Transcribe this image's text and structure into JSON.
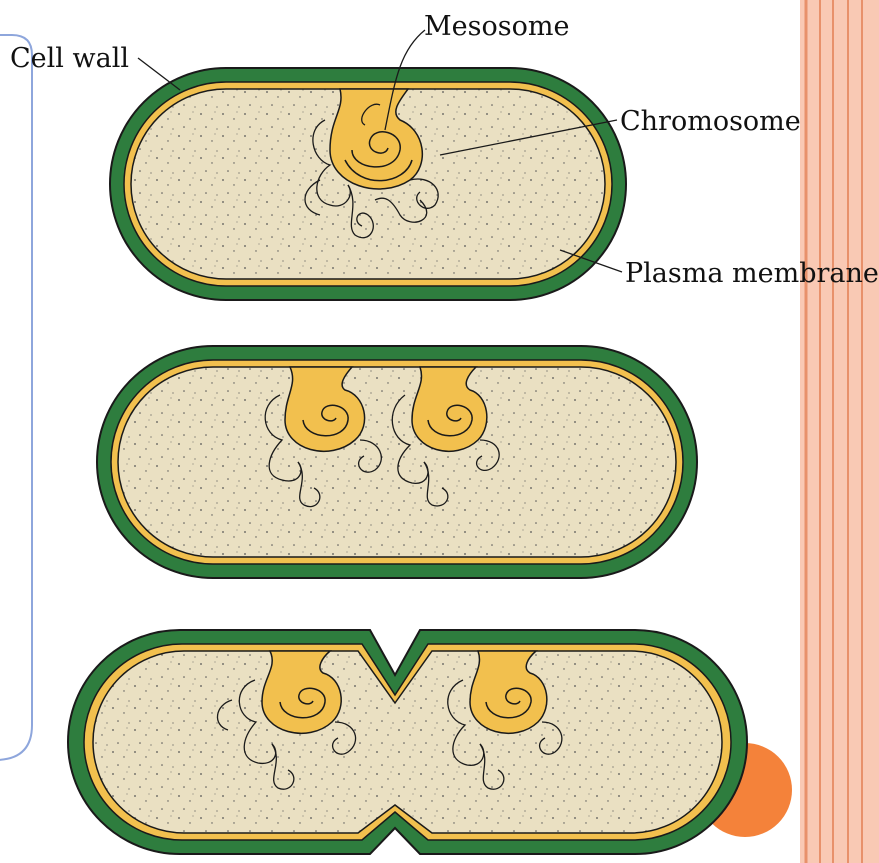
{
  "labels": {
    "mesosome": "Mesosome",
    "cell_wall": "Cell wall",
    "chromosome": "Chromosome",
    "plasma_membrane": "Plasma membrane"
  },
  "colors": {
    "cell_wall": "#2e7d3e",
    "membrane": "#f2c04e",
    "cytoplasm": "#eae0c2",
    "outline": "#1a1a1a",
    "slide_border_light": "#f9c9b4",
    "slide_border_dark": "#e8916b",
    "slide_frame": "#8ea6dc",
    "accent_circle": "#f4823a"
  },
  "stages": [
    "single-cell",
    "membrane-growth",
    "septum-forming"
  ]
}
